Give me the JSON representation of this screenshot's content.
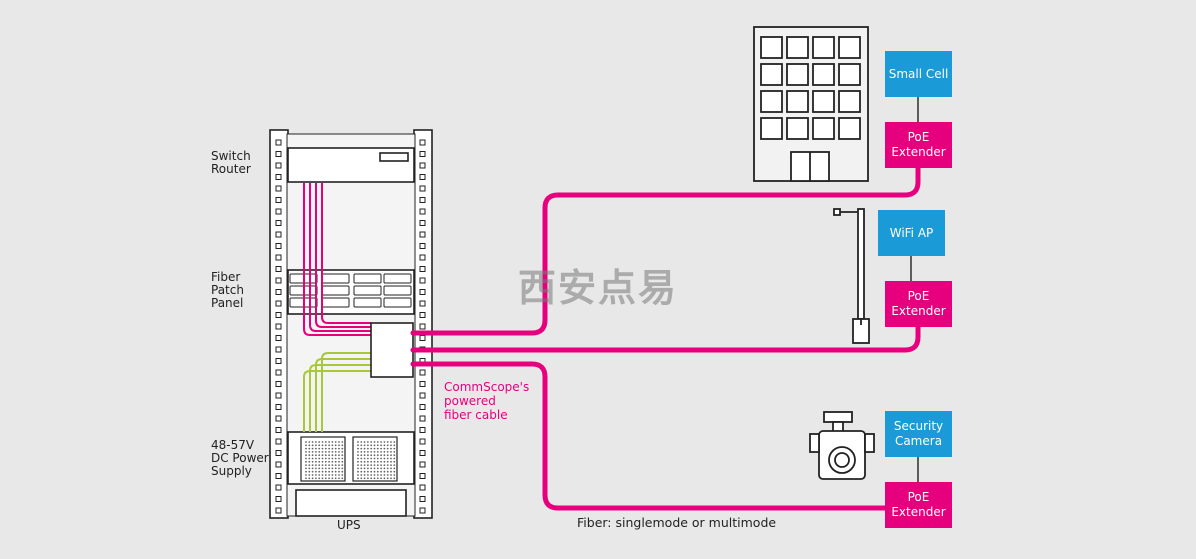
{
  "colors": {
    "pink": "#e6007e",
    "blue": "#1a9bd7",
    "green": "#a8c83a",
    "line": "#222222",
    "background": "#e8e8e8"
  },
  "rack_labels": {
    "switch_router": "Switch\nRouter",
    "fiber_patch_panel": "Fiber\nPatch\nPanel",
    "power_supply": "48-57V\nDC Power\nSupply",
    "ups": "UPS"
  },
  "cable_label": "CommScope's\npowered\nfiber cable",
  "fiber_label": "Fiber: singlemode or multimode",
  "devices": {
    "small_cell": "Small Cell",
    "wifi_ap": "WiFi AP",
    "security_camera": "Security\nCamera"
  },
  "extenders": [
    "PoE\nExtender",
    "PoE\nExtender",
    "PoE\nExtender"
  ],
  "icons": {
    "building": "building-icon",
    "pole": "street-pole-icon",
    "camera": "security-camera-icon"
  },
  "watermark": "西安点易"
}
